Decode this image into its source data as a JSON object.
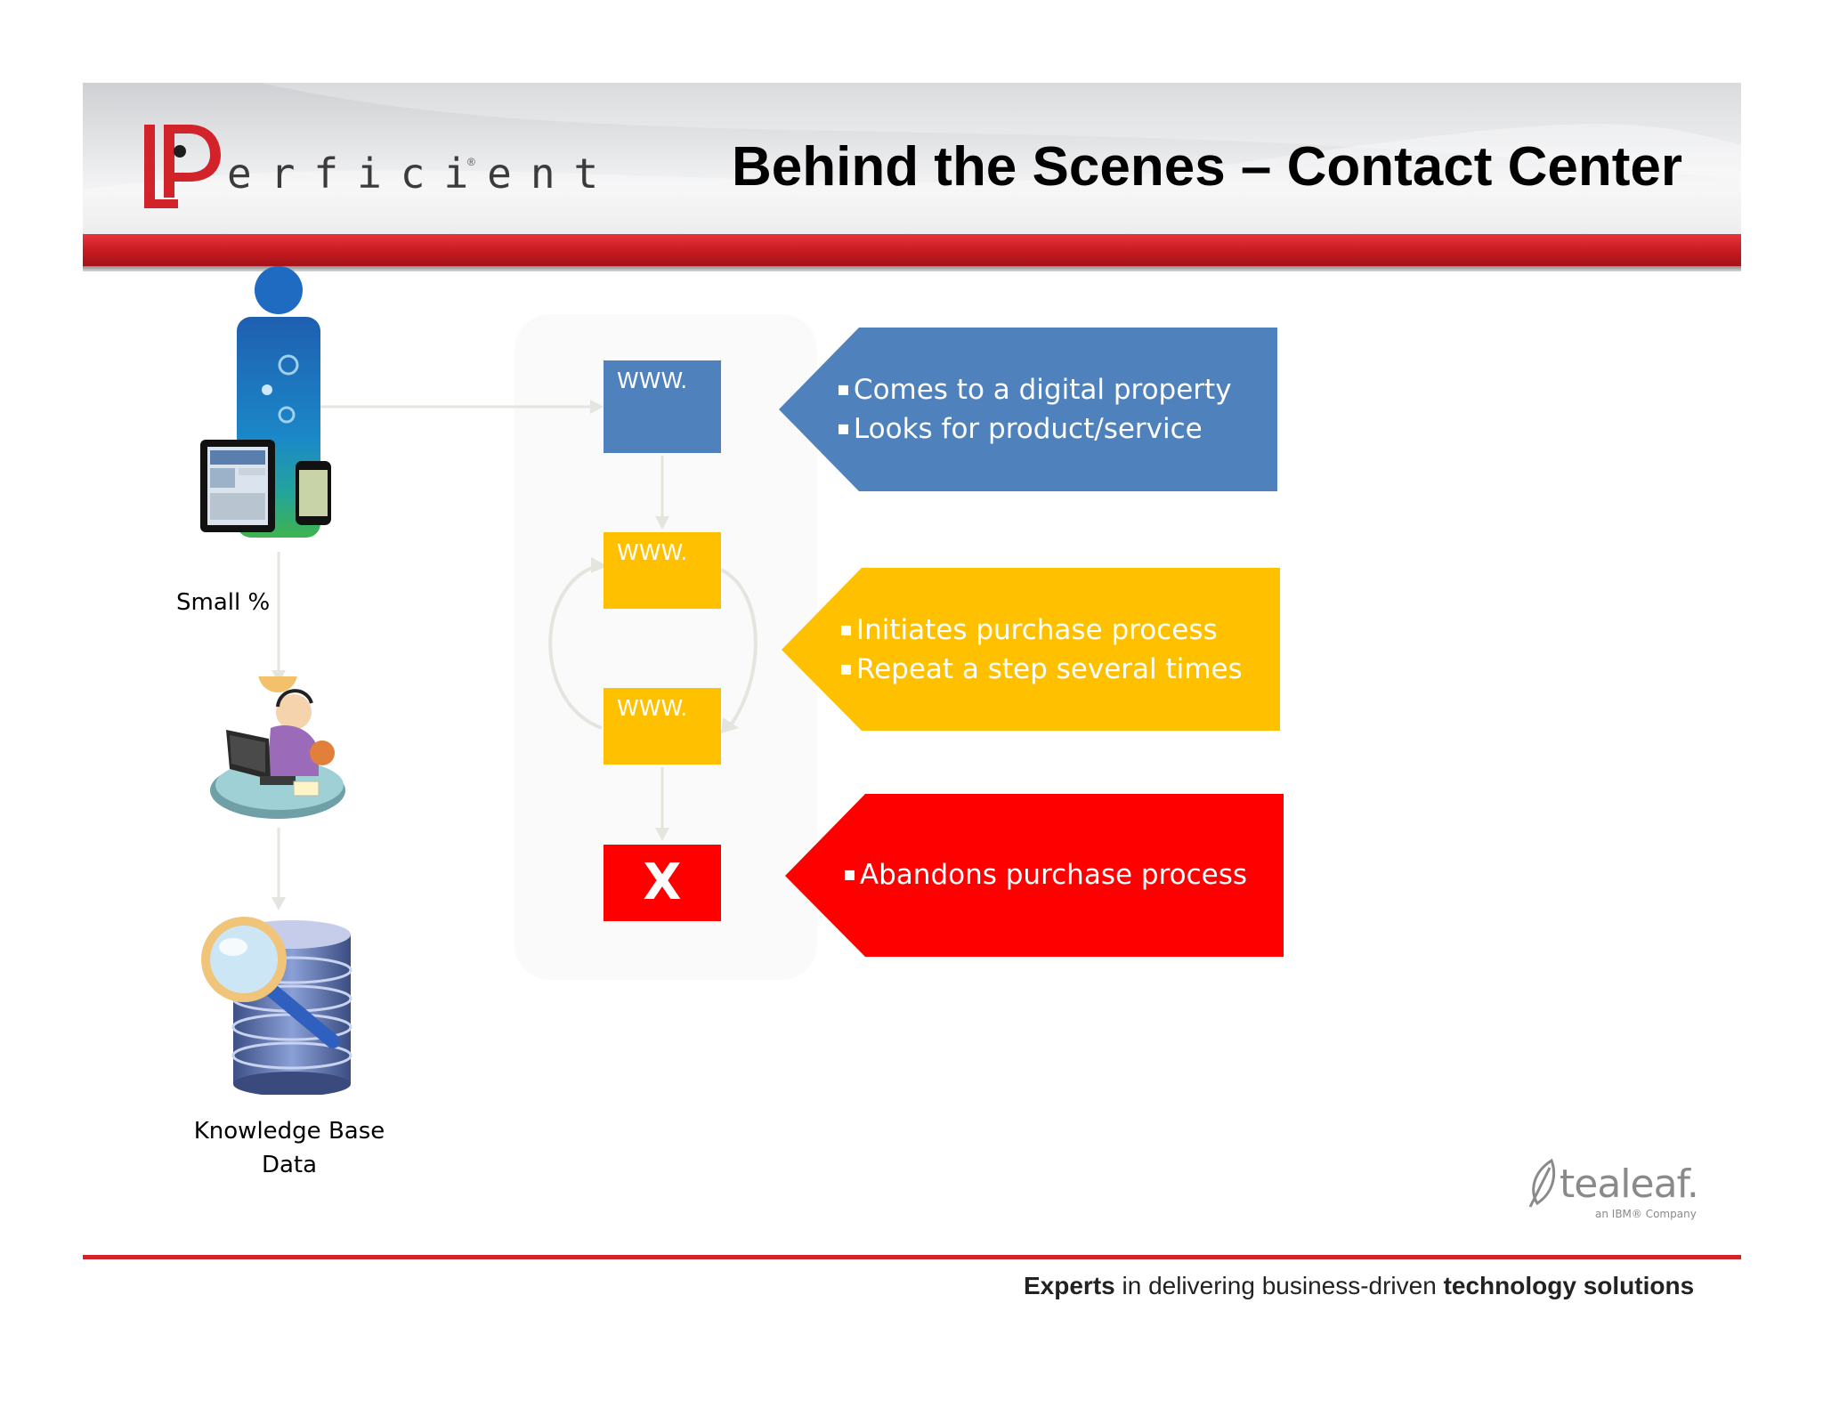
{
  "header": {
    "logo_text": "erficient",
    "logo_reg": "®",
    "title": "Behind the Scenes – Contact Center"
  },
  "flow": {
    "step1_label": "WWW.",
    "step2_label": "WWW.",
    "step3_label": "WWW.",
    "abandon_label": "X"
  },
  "callouts": [
    {
      "color": "#4f81bd",
      "bullets": [
        "Comes to a digital property",
        "Looks for product/service"
      ]
    },
    {
      "color": "#ffc000",
      "bullets": [
        "Initiates purchase process",
        "Repeat a step several times"
      ]
    },
    {
      "color": "#ff0000",
      "bullets": [
        "Abandons purchase process"
      ]
    }
  ],
  "side": {
    "small_label": "Small %",
    "kb_line1": "Knowledge Base",
    "kb_line2": "Data"
  },
  "footer": {
    "tagline_bold1": "Experts",
    "tagline_mid": " in delivering business-driven ",
    "tagline_bold2": "technology solutions",
    "tealeaf_word": "tealeaf.",
    "tealeaf_sub": "an IBM® Company"
  },
  "icons": [
    "customer-devices-icon",
    "agent-icon",
    "database-search-icon",
    "tealeaf-leaf-icon",
    "perficient-p-icon"
  ]
}
